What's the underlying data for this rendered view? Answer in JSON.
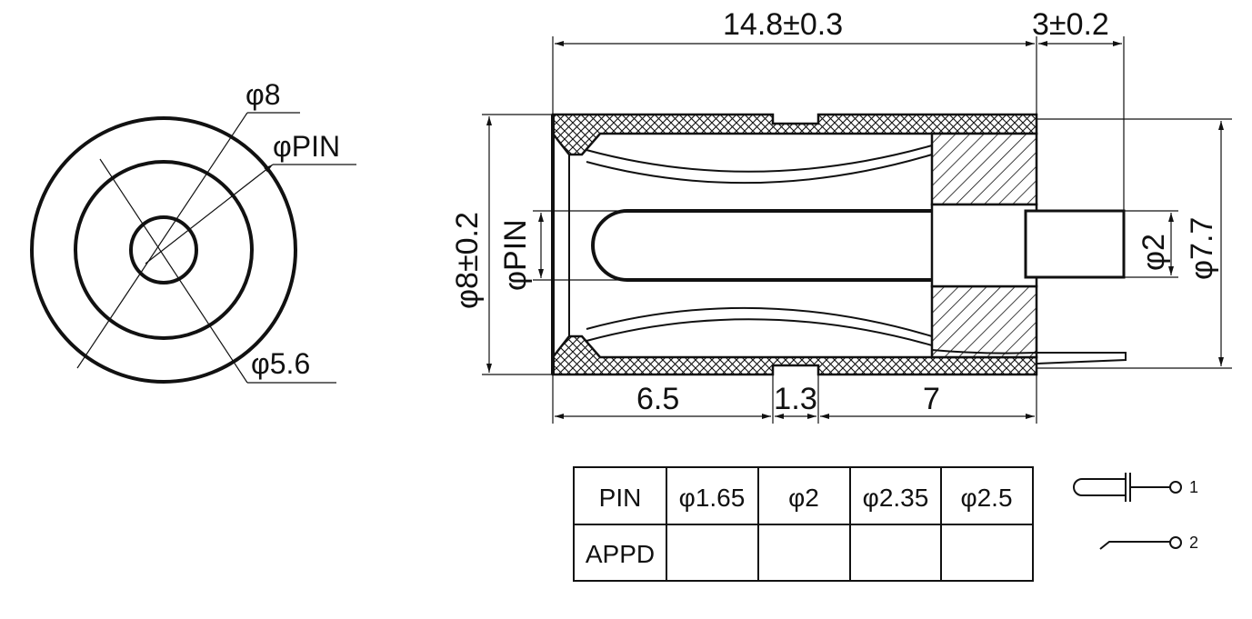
{
  "front_view": {
    "outer_label": "φ8",
    "pin_label": "φPIN",
    "inner_label": "φ5.6"
  },
  "side_view": {
    "overall_length": "14.8±0.3",
    "pin_protrusion": "3±0.2",
    "body_diameter": "φ8±0.2",
    "pin_diameter": "φPIN",
    "terminal_pin": "φ2",
    "rear_diameter": "φ7.7",
    "segment_front": "6.5",
    "segment_gap": "1.3",
    "segment_rear": "7"
  },
  "table": {
    "row1_header": "PIN",
    "row2_header": "APPD",
    "columns": [
      "φ1.65",
      "φ2",
      "φ2.35",
      "φ2.5"
    ]
  },
  "schematic": {
    "terminal_1": "1",
    "terminal_2": "2"
  }
}
